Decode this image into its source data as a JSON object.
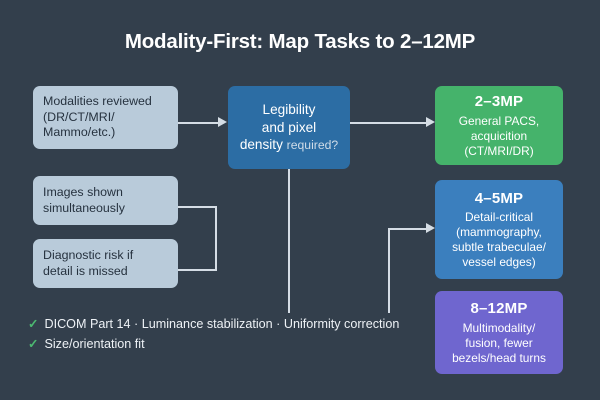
{
  "title": "Modality-First: Map Tasks to 2–12MP",
  "colors": {
    "background": "#333f4c",
    "input_box": "#b9cbda",
    "decision_box": "#2c6da4",
    "outcome_green": "#45b36b",
    "outcome_blue": "#3b7fbe",
    "outcome_purple": "#6f66cf",
    "connector": "#d5dde5",
    "check_green": "#4cb871",
    "title_text": "#ffffff"
  },
  "inputs": [
    {
      "id": "modalities-reviewed",
      "lines": [
        "Modalities reviewed",
        "(DR/CT/MRI/",
        "Mammo/etc.)"
      ]
    },
    {
      "id": "images-shown-simultaneously",
      "lines": [
        "Images shown",
        "simultaneously"
      ]
    },
    {
      "id": "diagnostic-risk",
      "lines": [
        "Diagnostic risk if",
        "detail is missed"
      ]
    }
  ],
  "decision": {
    "id": "legibility-pixel-density",
    "line1": "Legibility",
    "line2": "and pixel",
    "line3_strong": "density",
    "line3_soft": "required?"
  },
  "outcomes": [
    {
      "id": "2-3mp",
      "mp": "2–3MP",
      "desc": [
        "General PACS,",
        "acquicition",
        "(CT/MRI/DR)"
      ]
    },
    {
      "id": "4-5mp",
      "mp": "4–5MP",
      "desc": [
        "Detail-critical",
        "(mammography,",
        "subtle trabeculae/",
        "vessel edges)"
      ]
    },
    {
      "id": "8-12mp",
      "mp": "8–12MP",
      "desc": [
        "Multimodality/",
        "fusion, fewer",
        "bezels/head turns"
      ]
    }
  ],
  "footer": {
    "check_glyph": "✓",
    "items": [
      "DICOM Part 14 · Luminance stabilization · Uniformity correction",
      "Size/orientation fit"
    ]
  }
}
